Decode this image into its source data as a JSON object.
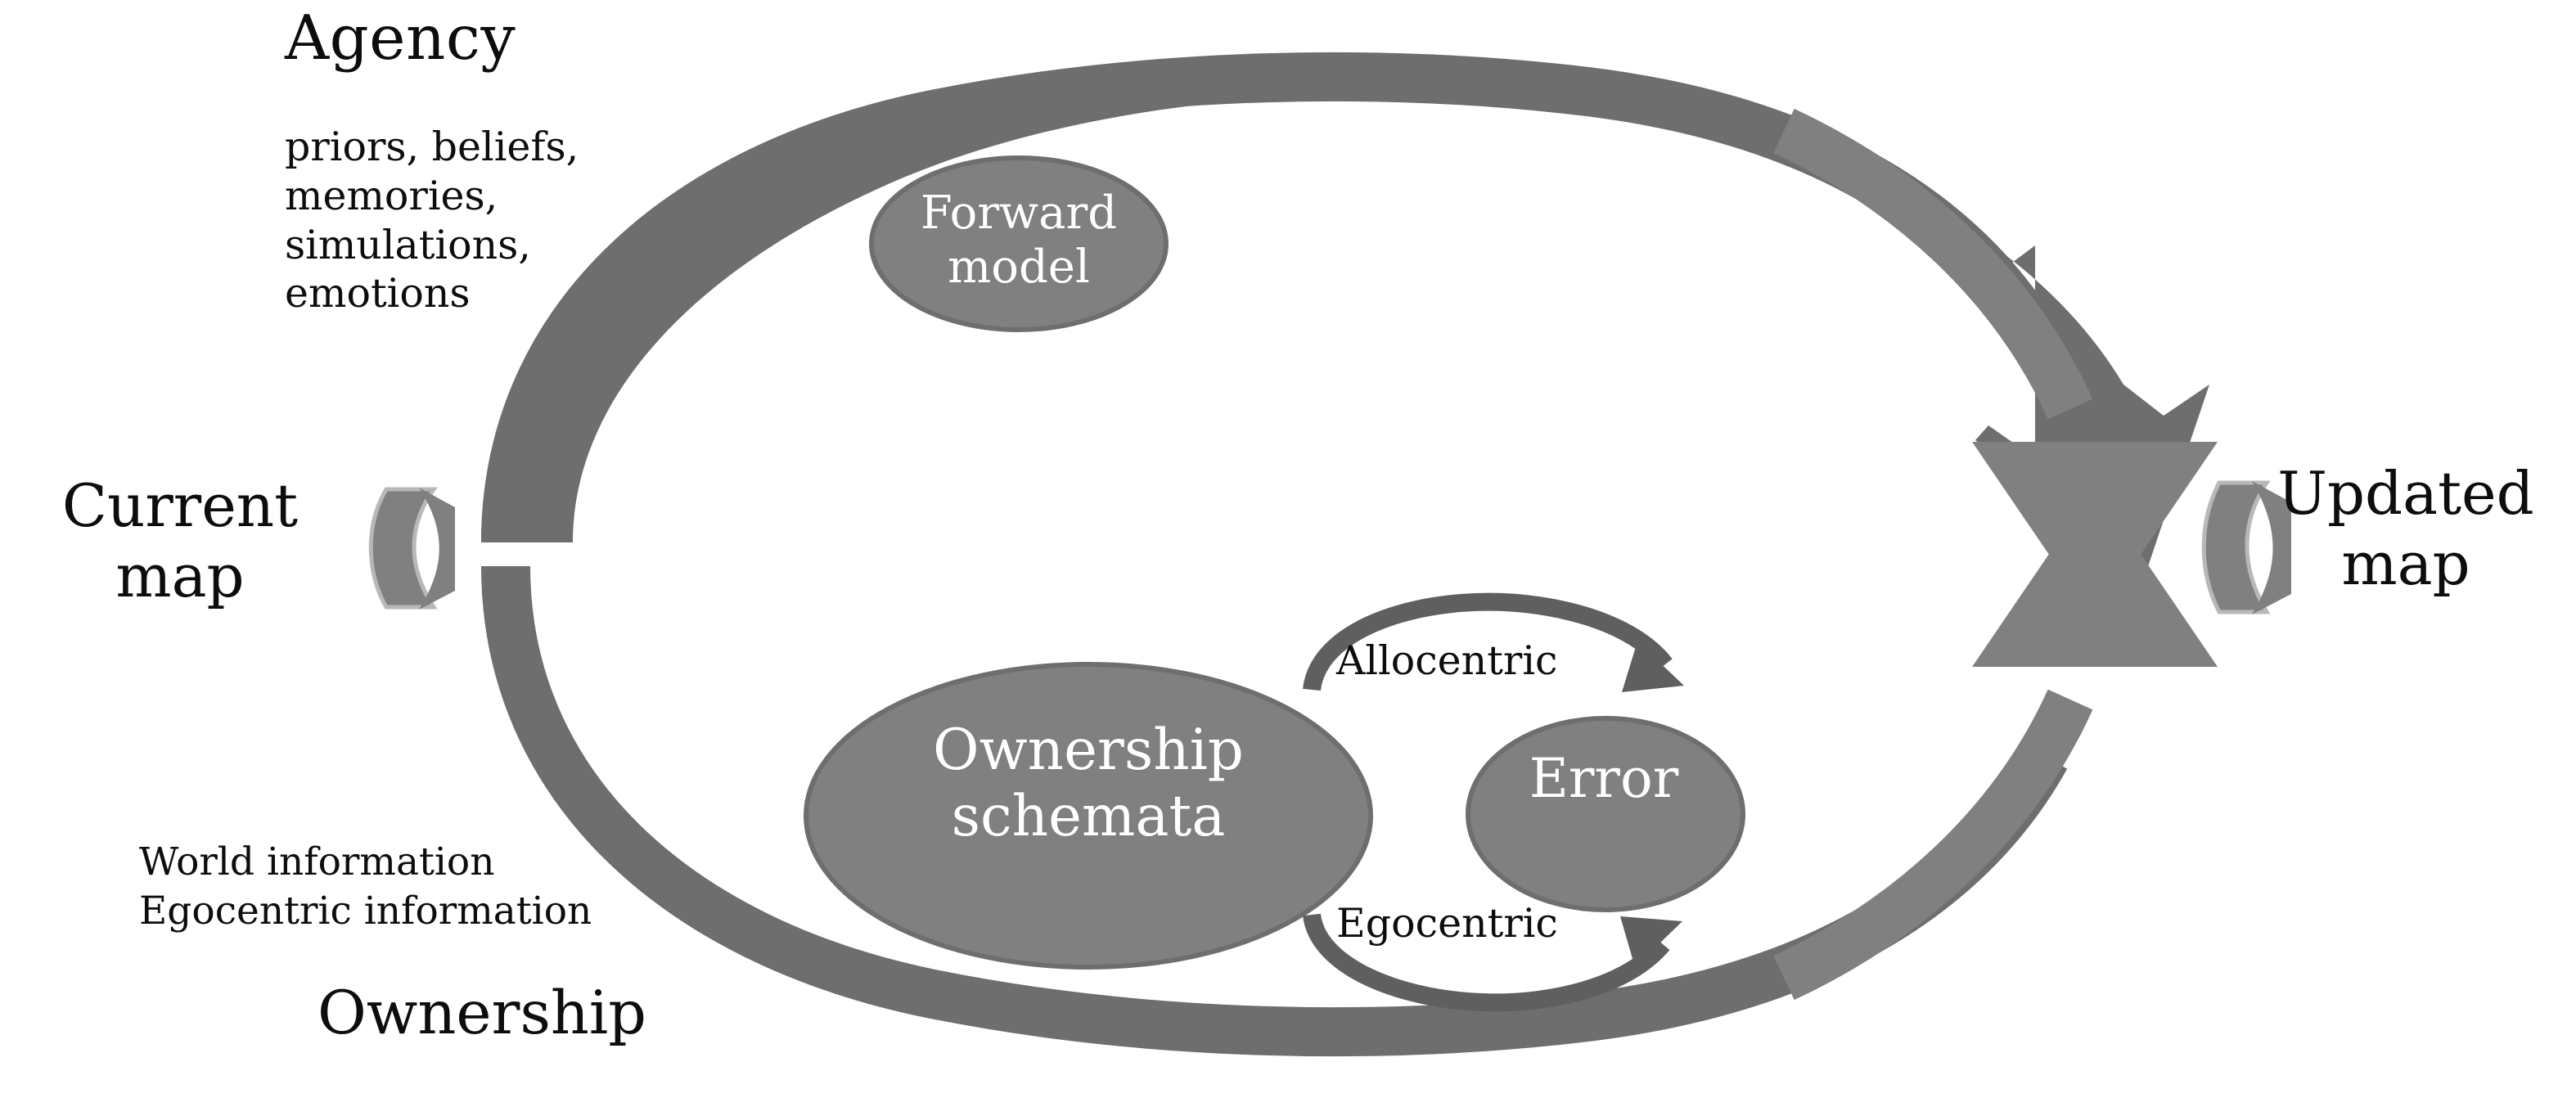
{
  "diagram": {
    "title": "Agency / Ownership map updating loop",
    "colors": {
      "background": "#ffffff",
      "text": "#0d0d0d",
      "arc_band": "#6e6e6e",
      "arrow_light": "#808080",
      "ellipse_fill": "#808080",
      "ellipse_stroke": "#6e6e6e",
      "ellipse_text": "#ffffff",
      "small_chevron": "#808080",
      "curved_arrow": "#5f5f5f"
    }
  },
  "labels": {
    "agency_title": "Agency",
    "agency_list": "priors, beliefs,\nmemories,\nsimulations,\nemotions",
    "current_map": "Current\nmap",
    "updated_map": "Updated\nmap",
    "world_information": "World information\nEgocentric information",
    "ownership_title": "Ownership"
  },
  "nodes": [
    {
      "id": "forward-model",
      "label": "Forward\nmodel"
    },
    {
      "id": "ownership-schemata",
      "label": "Ownership\nschemata"
    },
    {
      "id": "error",
      "label": "Error"
    }
  ],
  "connectors": [
    {
      "id": "allocentric",
      "label": "Allocentric",
      "direction": "ownership-schemata -> error"
    },
    {
      "id": "egocentric",
      "label": "Egocentric",
      "direction": "error -> ownership-schemata"
    }
  ],
  "flow": {
    "input_arrow": "chevron-right",
    "output_arrow": "chevron-right",
    "upper_arc": "agency pathway",
    "lower_arc": "ownership pathway"
  }
}
